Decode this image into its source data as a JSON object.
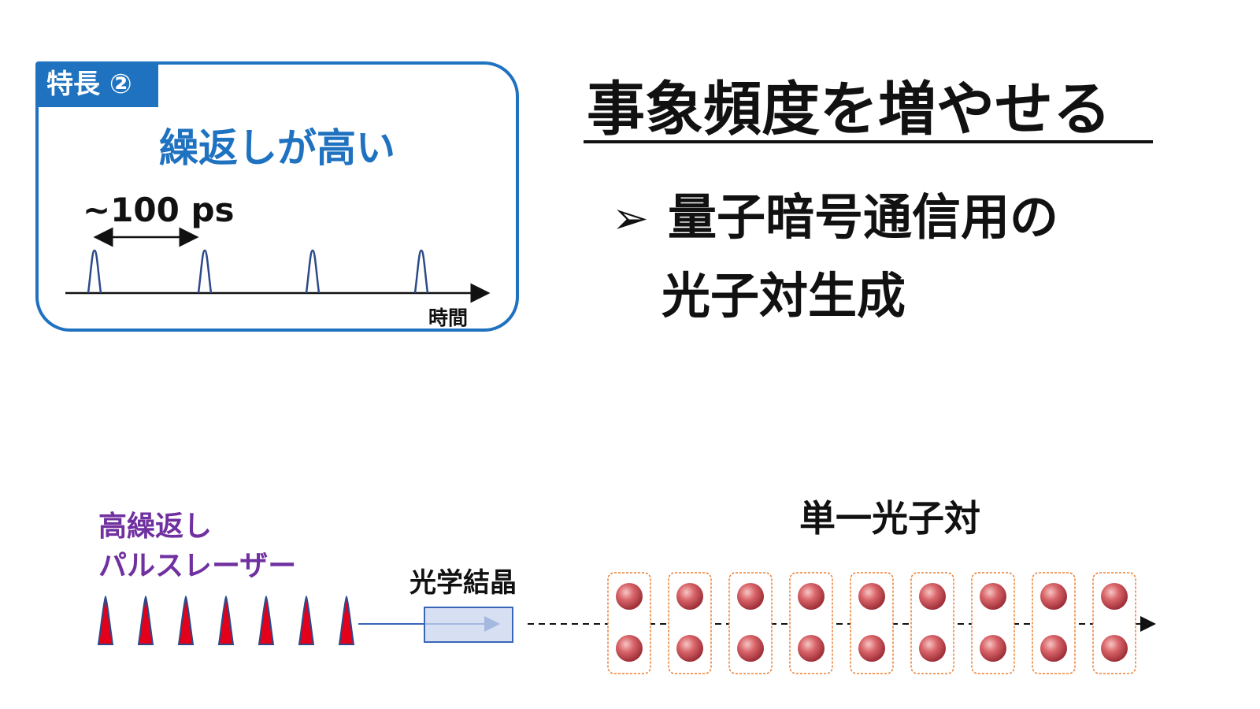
{
  "feature": {
    "tag": "特長 ②",
    "title": "繰返しが高い",
    "period": "~100 ps",
    "time_axis": "時間",
    "accent_color": "#1f72c0"
  },
  "heading": "事象頻度を増やせる",
  "bullet": {
    "marker": "➢",
    "line1": "量子暗号通信用の",
    "line2": "光子対生成"
  },
  "bottom": {
    "laser_label_line1": "高繰返し",
    "laser_label_line2": "パルスレーザー",
    "laser_label_color": "#7030a0",
    "pulse_color": "#e3001b",
    "crystal_label": "光学結晶",
    "pairs_label": "単一光子対",
    "photon_color": "#d9656a"
  }
}
